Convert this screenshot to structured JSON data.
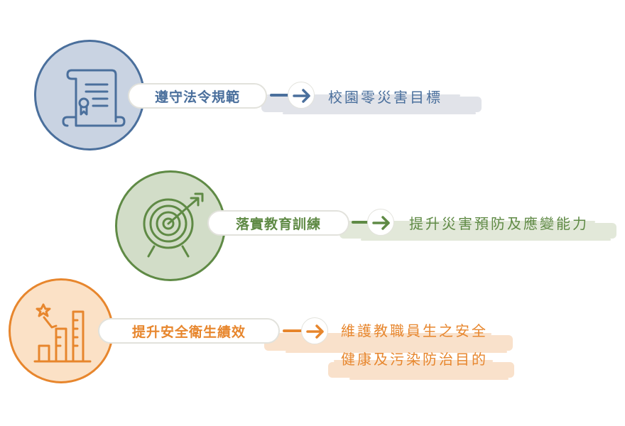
{
  "items": [
    {
      "label": "遵守法令規範",
      "outcome_lines": [
        "校園零災害目標"
      ],
      "icon": "scroll-certificate-icon",
      "color": "#4a6f9c",
      "fill": "#c9d3e2",
      "brush": "#dcdfe6"
    },
    {
      "label": "落實教育訓練",
      "outcome_lines": [
        "提升災害預防及應變能力"
      ],
      "icon": "target-arrow-icon",
      "color": "#5f8a45",
      "fill": "#d2ddc8",
      "brush": "#dde4d3"
    },
    {
      "label": "提升安全衛生績效",
      "outcome_lines": [
        "維護教職員生之安全",
        "健康及污染防治目的"
      ],
      "icon": "growth-bars-star-icon",
      "color": "#e7862d",
      "fill": "#fbe1c6",
      "brush": "#f8dcc2"
    }
  ]
}
